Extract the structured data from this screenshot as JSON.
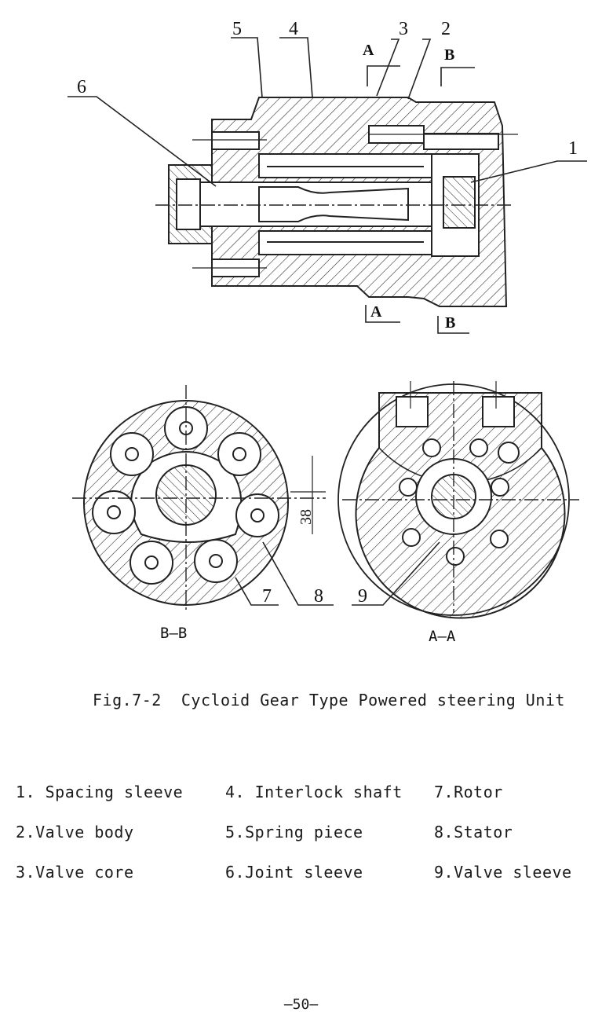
{
  "figure": {
    "top_callouts": [
      "5",
      "4",
      "3",
      "2",
      "1",
      "6"
    ],
    "section_markers": {
      "a": "A",
      "b": "B"
    },
    "bottom_callouts": [
      "7",
      "8",
      "9"
    ],
    "dimension": "38",
    "view_labels": {
      "left": "B—B",
      "right": "A—A"
    }
  },
  "caption": "Fig.7-2  Cycloid Gear Type Powered steering Unit",
  "legend": [
    [
      "1. Spacing sleeve",
      "4. Interlock shaft",
      "7.Rotor"
    ],
    [
      "2.Valve body",
      "5.Spring piece",
      "8.Stator"
    ],
    [
      "3.Valve core",
      "6.Joint sleeve",
      "9.Valve sleeve"
    ]
  ],
  "page_number": "—50—"
}
